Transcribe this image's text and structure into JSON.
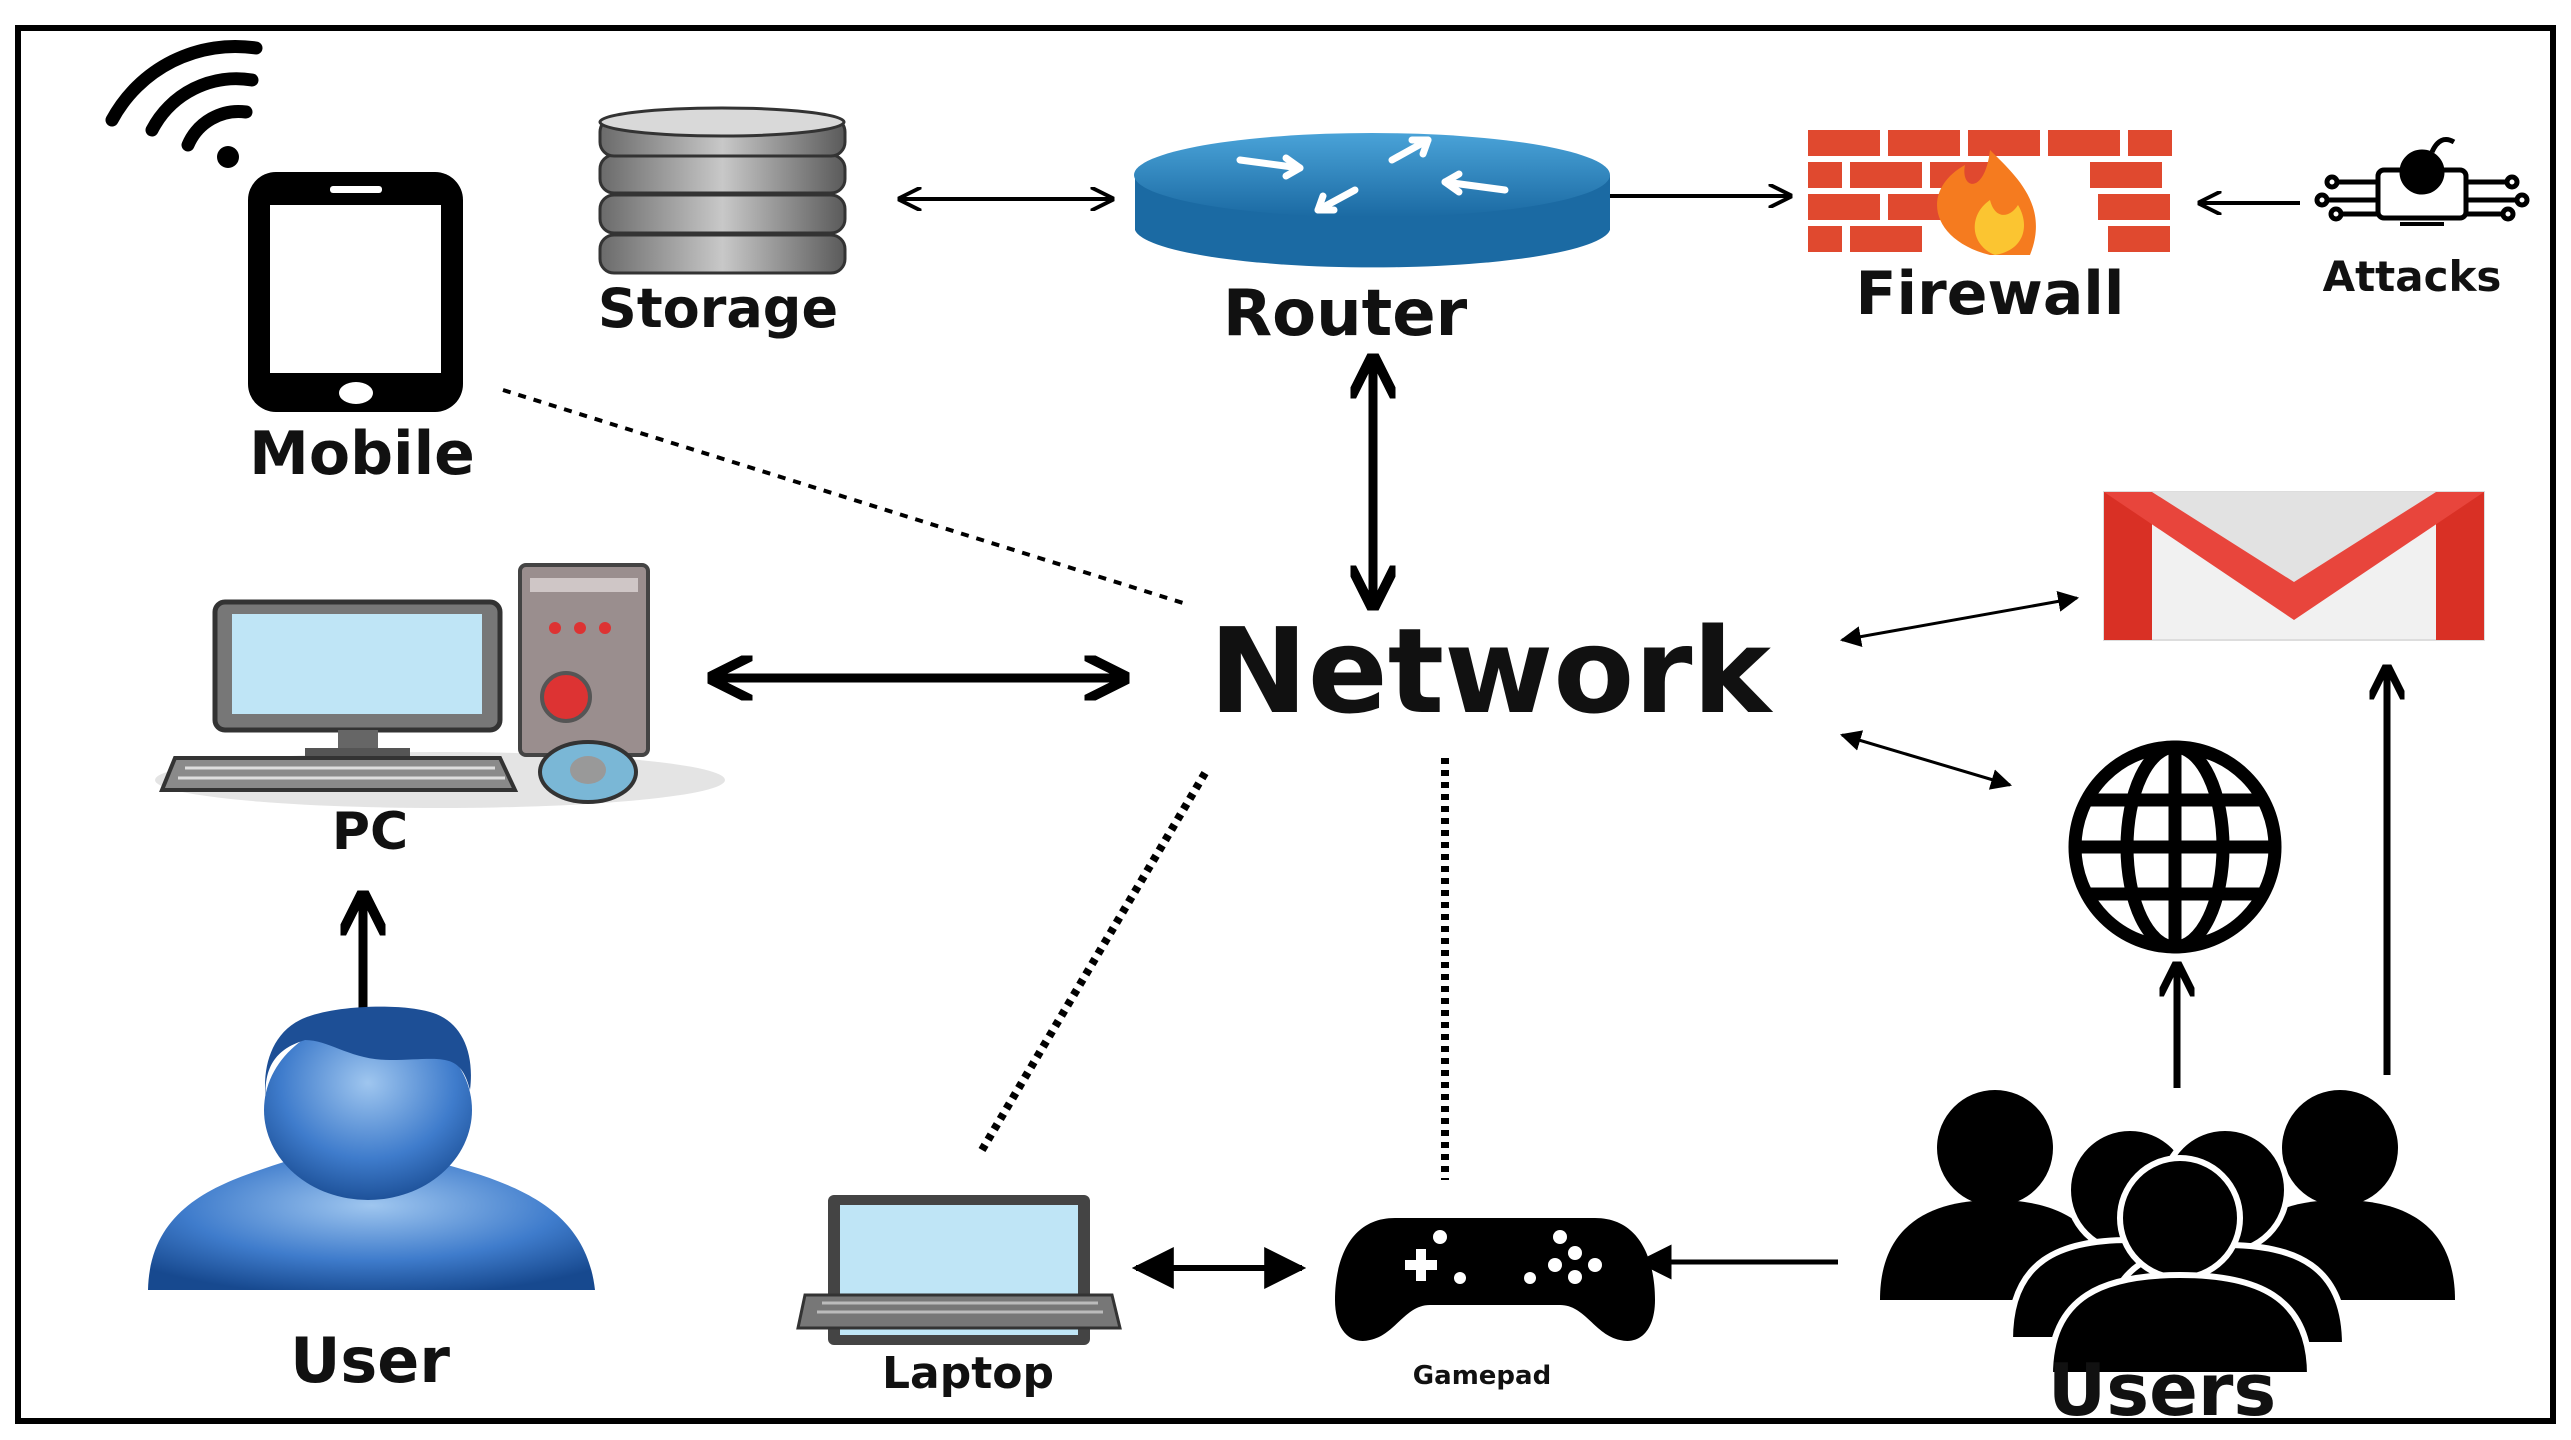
{
  "labels": {
    "mobile": "Mobile",
    "storage": "Storage",
    "router": "Router",
    "firewall": "Firewall",
    "attacks": "Attacks",
    "network": "Network",
    "pc": "PC",
    "user": "User",
    "laptop": "Laptop",
    "gamepad": "Gamepad",
    "users": "Users"
  },
  "icons": {
    "mobile": "smartphone-icon",
    "wifi": "wifi-signal-icon",
    "storage": "database-icon",
    "router": "router-icon",
    "firewall": "firewall-brick-icon",
    "attacks": "malware-chip-icon",
    "pc": "desktop-computer-icon",
    "user": "user-avatar-icon",
    "email": "gmail-icon",
    "globe": "globe-icon",
    "laptop": "laptop-icon",
    "gamepad": "gamepad-icon",
    "users": "users-group-icon"
  },
  "colors": {
    "frame": "#000000",
    "router_blue": "#2a7fb6",
    "firewall_red": "#e0492f",
    "gmail_red": "#d93025",
    "user_blue": "#1f5fae",
    "screen_blue": "#bfe5f6"
  }
}
